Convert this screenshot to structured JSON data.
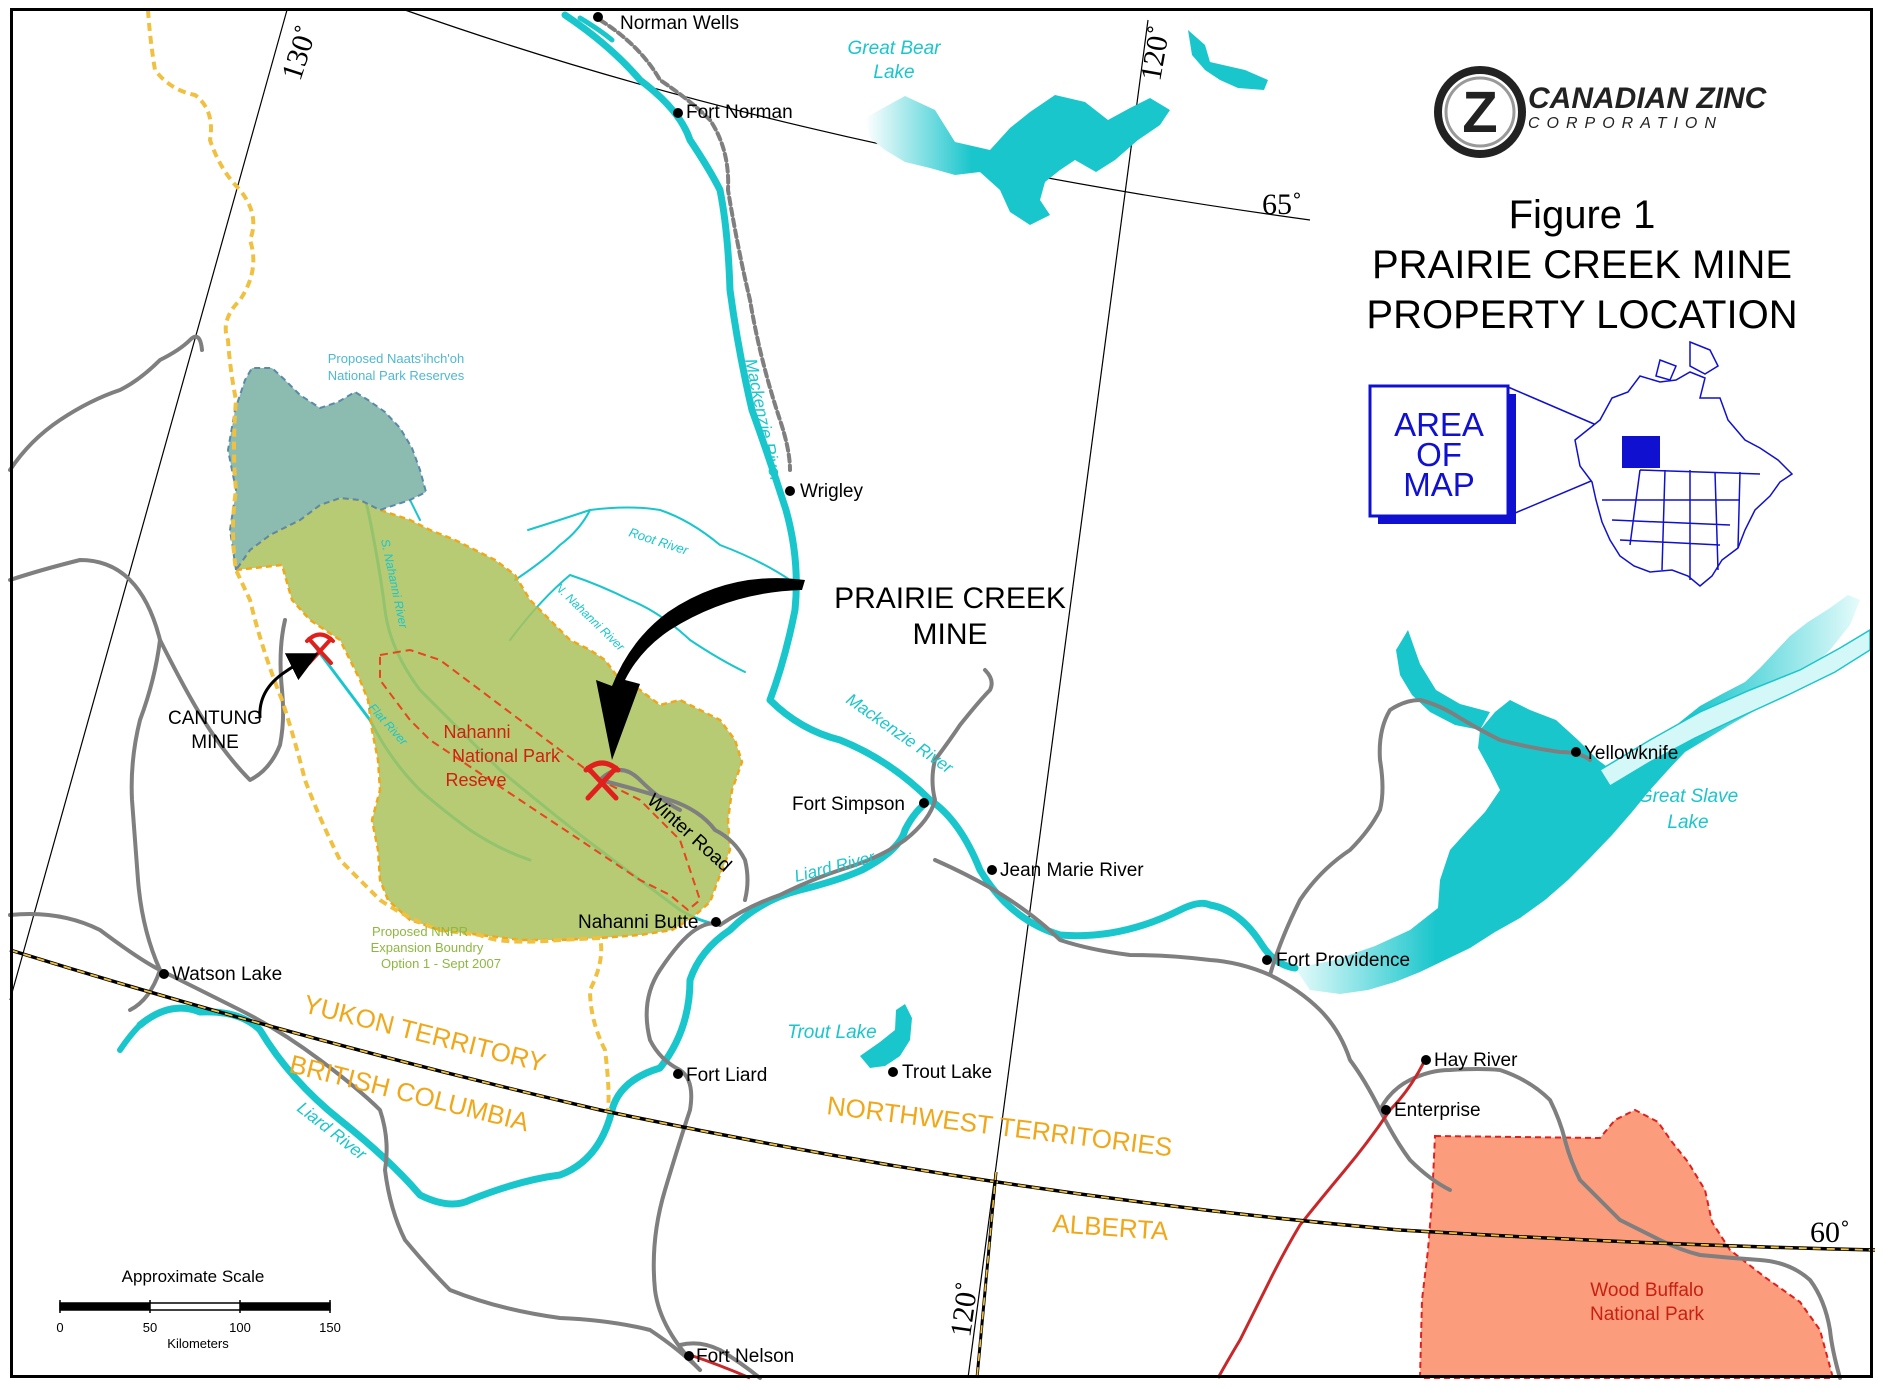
{
  "logo": {
    "letter": "Z",
    "name_line1": "CANADIAN ZINC",
    "name_line2": "CORPORATION"
  },
  "figure": {
    "number": "Figure 1",
    "title_line1": "PRAIRIE CREEK MINE",
    "title_line2": "PROPERTY LOCATION"
  },
  "inset": {
    "line1": "AREA",
    "line2": "OF",
    "line3": "MAP"
  },
  "graticule": {
    "lon130": "130˚",
    "lon120_top": "120˚",
    "lon120_bottom": "120˚",
    "lat65": "65˚",
    "lat60": "60˚"
  },
  "settlements": {
    "norman_wells": "Norman Wells",
    "fort_norman": "Fort Norman",
    "wrigley": "Wrigley",
    "fort_simpson": "Fort Simpson",
    "jean_marie_river": "Jean Marie River",
    "nahanni_butte": "Nahanni Butte",
    "watson_lake": "Watson Lake",
    "fort_liard": "Fort Liard",
    "trout_lake": "Trout Lake",
    "fort_providence": "Fort Providence",
    "yellowknife": "Yellowknife",
    "hay_river": "Hay River",
    "enterprise": "Enterprise",
    "fort_nelson": "Fort Nelson"
  },
  "water": {
    "great_bear_lake_1": "Great Bear",
    "great_bear_lake_2": "Lake",
    "great_slave_lake_1": "Great Slave",
    "great_slave_lake_2": "Lake",
    "trout_lake": "Trout Lake",
    "mackenzie_river_1": "Mackenzie River",
    "mackenzie_river_2": "Mackenzie River",
    "liard_river_1": "Liard River",
    "liard_river_2": "Liard River",
    "root_river": "Root River",
    "n_nahanni_river": "N. Nahanni River",
    "s_nahanni_river": "S. Nahanni River",
    "flat_river": "Flat River"
  },
  "parks": {
    "naats_1": "Proposed Naats'ihch'oh",
    "naats_2": "National Park Reserves",
    "nahanni_1": "Nahanni",
    "nahanni_2": "National Park",
    "nahanni_3": "Reseve",
    "nnpr_1": "Proposed NNPR",
    "nnpr_2": "Expansion Boundry",
    "nnpr_3": "Option 1 - Sept 2007",
    "wood_buffalo_1": "Wood Buffalo",
    "wood_buffalo_2": "National Park"
  },
  "mines": {
    "prairie_creek_1": "PRAIRIE CREEK",
    "prairie_creek_2": "MINE",
    "cantung_1": "CANTUNG",
    "cantung_2": "MINE"
  },
  "roads": {
    "winter_road": "Winter Road"
  },
  "regions": {
    "yukon": "YUKON TERRITORY",
    "bc": "BRITISH COLUMBIA",
    "nwt": "NORTHWEST TERRITORIES",
    "alberta": "ALBERTA"
  },
  "scale": {
    "title": "Approximate Scale",
    "ticks": [
      "0",
      "50",
      "100",
      "150"
    ],
    "unit": "Kilometers"
  },
  "colors": {
    "water": "#19c6cc",
    "road": "#808080",
    "border_label": "#f0a81a",
    "park_green": "#a9c25c",
    "naats_blue": "#8cbcb0",
    "wood_buffalo": "#fb9d7d",
    "railway": "#c8282a",
    "mine_red": "#e0201c",
    "inset_blue": "#1010d0"
  }
}
